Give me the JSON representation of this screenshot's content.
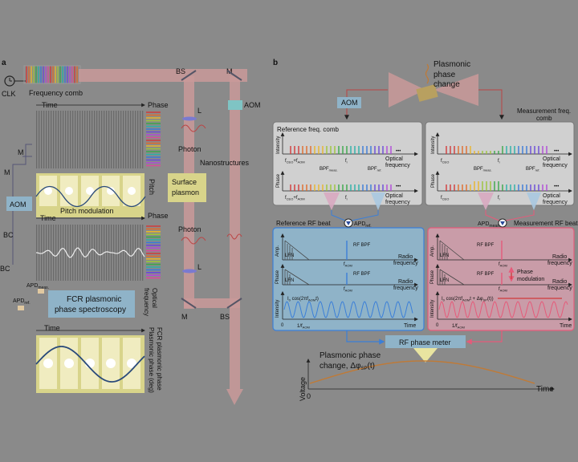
{
  "panel_a": {
    "label": "a",
    "clk": "CLK",
    "comb": "Frequency comb",
    "bs_top": "BS",
    "m_top": "M",
    "aom_right": "AOM",
    "time1": "Time",
    "phase1": "Phase",
    "m1": "M",
    "m2": "M",
    "aom_left": "AOM",
    "pitch_mod": "Pitch modulation",
    "pitch": "Pitch",
    "time2": "Time",
    "phase2": "Phase",
    "bc1": "BC",
    "bc2": "BC",
    "apd_meas": "APD",
    "apd_meas_sub": "meas.",
    "apd_ref": "APD",
    "apd_ref_sub": "ref.",
    "fcr1": "FCR plasmonic",
    "fcr2": "phase spectroscopy",
    "optical1": "Optical",
    "optical2": "frequency",
    "l1": "L",
    "photon1": "Photon",
    "nanostructures": "Nanostructures",
    "surface1": "Surface",
    "surface2": "plasmon",
    "photon2": "Photon",
    "l2": "L",
    "m_bot": "M",
    "bs_bot": "BS",
    "time3": "Time",
    "fcr_phase": "FCR plasmonic phase",
    "plasmonic_phase": "Plasmonic phase (deg)"
  },
  "panel_b": {
    "label": "b",
    "plasmonic1": "Plasmonic",
    "plasmonic2": "phase",
    "plasmonic3": "change",
    "aom": "AOM",
    "ref_comb": "Reference freq. comb",
    "meas_comb1": "Measurement freq.",
    "meas_comb2": "comb",
    "intensity": "Intensity",
    "phase": "Phase",
    "fceo_aom": "f",
    "fceo_aom_sub": "CEO",
    "fceo_aom_suffix": "+f",
    "fceo_aom_suffix_sub": "AOM",
    "fceo": "f",
    "fceo_sub": "CEO",
    "fi": "f",
    "fi_sub": "i",
    "bpf_meas": "BPF",
    "bpf_meas_sub": "meas.",
    "bpf_ref": "BPF",
    "bpf_ref_sub": "ref.",
    "optical": "Optical",
    "frequency": "frequency",
    "dots": "•••",
    "apd_ref": "APD",
    "apd_ref_sub": "ref.",
    "apd_meas": "APD",
    "apd_meas_sub": "meas.",
    "ref_rf_beat": "Reference RF beat",
    "meas_rf_beat": "Measurement RF beat",
    "amp": "Amp.",
    "lfn": "LFN",
    "rf_bpf": "RF BPF",
    "faom": "f",
    "faom_sub": "AOM",
    "radio": "Radio",
    "zero": "0",
    "time": "Time",
    "ref_eq": "I",
    "ref_eq_sub": "0",
    "ref_eq_rest": " cos(2πf",
    "ref_eq_rest_sub": "AOM",
    "ref_eq_end": "t)",
    "meas_eq": "I",
    "meas_eq_sub": "0",
    "meas_eq_rest": " cos(2πf",
    "meas_eq_rest_sub": "AOM",
    "meas_eq_mid": "t + Δφ",
    "meas_eq_mid_sub": "SP",
    "meas_eq_end": "(t))",
    "period": "1/f",
    "period_sub": "AOM",
    "phase_mod1": "Phase",
    "phase_mod2": "modulation",
    "rf_phase_meter": "RF phase meter",
    "pp1": "Plasmonic phase",
    "pp2": "change, Δφ",
    "pp2_sub": "SP",
    "pp2_end": "(t)",
    "voltage": "Voltage",
    "bottom_zero": "0",
    "bottom_time": "Time"
  },
  "colors": {
    "background": "#8a8a8a",
    "panel_bg": "#d0d0d0",
    "beam": "#c99999",
    "blue_box": "#8fb3c8",
    "pink_box": "#c99ca8",
    "yellow": "#d8d48a",
    "aom": "#7fc4c4",
    "ref_link": "#3b7fd8",
    "meas_link": "#e55b7a",
    "orange": "#c07a36"
  },
  "comb_colors": [
    "#d23a3a",
    "#e06b2a",
    "#e8b52a",
    "#9cc43a",
    "#3aa84a",
    "#2ab0a8",
    "#3a7ad8",
    "#6a4ad8",
    "#b04ad8",
    "#d84a9c"
  ]
}
